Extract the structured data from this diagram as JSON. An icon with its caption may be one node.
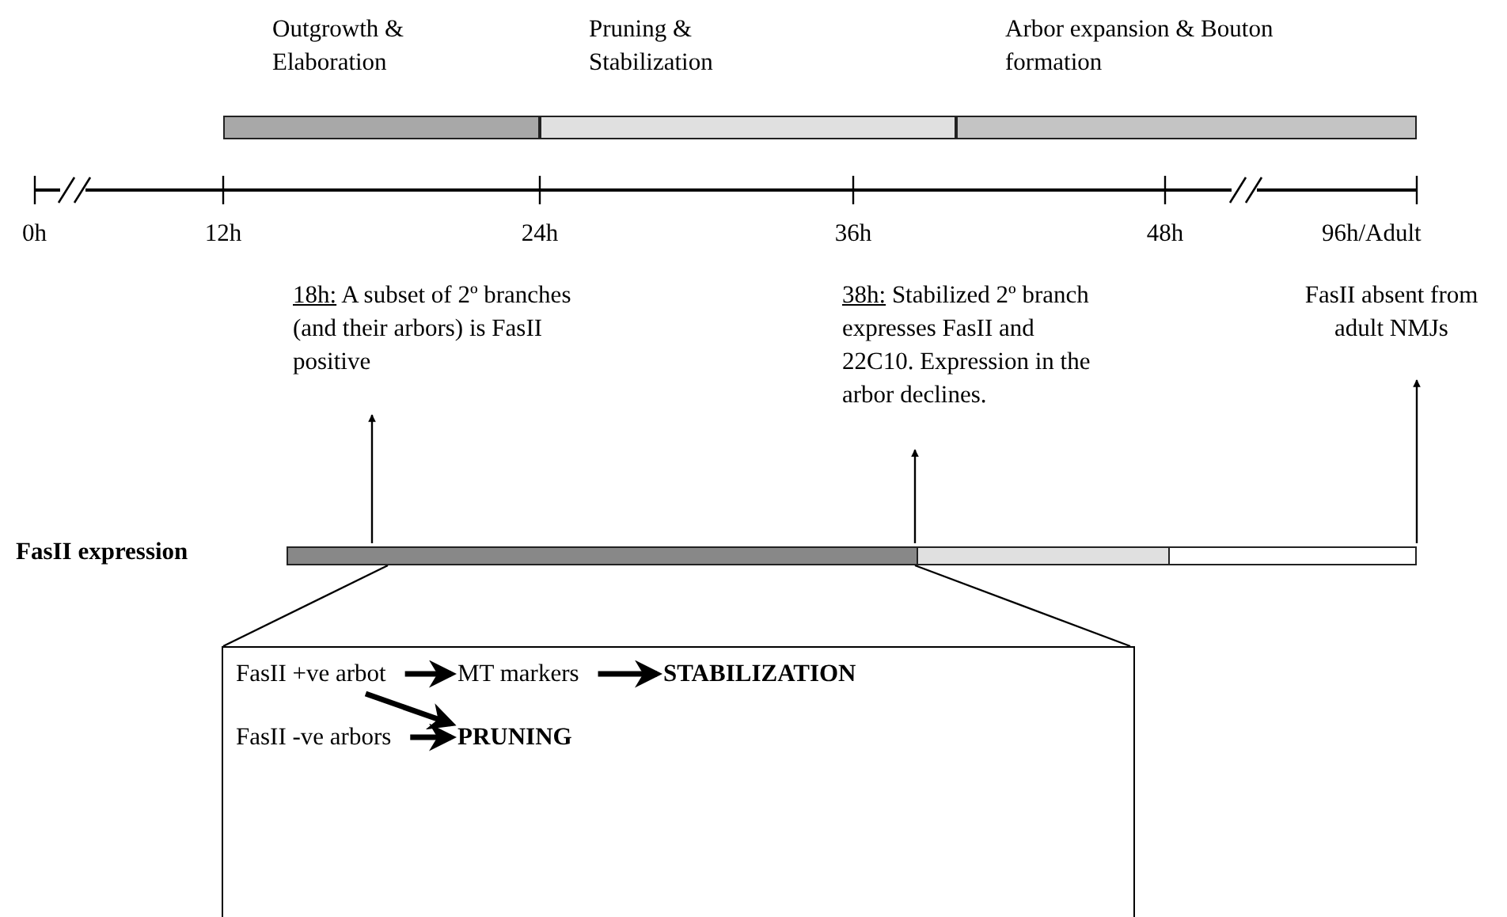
{
  "diagram": {
    "nodes": [
      {
        "text": [
          "Outgrowth & Elaboration"
        ]
      },
      {
        "text": [
          "Pruning & Stabilization"
        ]
      },
      {
        "text": [
          "Arbor expansion & Bouton formation"
        ]
      },
      {
        "text": [
          "FasII expression"
        ]
      },
      {
        "text": [
          "18h: A subset of 2º branches (and their arbors) is FasII positive"
        ]
      },
      {
        "text": [
          "38h: Stabilized 2º branch expresses FasII and 22C10. Expression in the arbor declines."
        ]
      },
      {
        "text": [
          "FasII absent from adult NMJs"
        ]
      },
      {
        "text": [],
        "shape": "box"
      },
      {
        "text": [
          "FasII +ve arbot"
        ],
        "in": 7
      },
      {
        "text": [
          "MT markers"
        ],
        "in": 7
      },
      {
        "text": [
          "STABILIZATION"
        ],
        "in": 7
      },
      {
        "text": [
          "FasII -ve arbors"
        ],
        "in": 7
      },
      {
        "text": [
          "PRUNING"
        ],
        "in": 7
      }
    ],
    "edges": [
      {
        "from": 3,
        "to": 7,
        "arrow": "none"
      },
      {
        "from": 3,
        "to": 7,
        "arrow": "none"
      },
      {
        "from": 3,
        "to": 4,
        "arrow": "to"
      },
      {
        "from": 3,
        "to": 5,
        "arrow": "to"
      },
      {
        "from": 3,
        "to": 6,
        "arrow": "to"
      },
      {
        "from": 8,
        "to": 9,
        "arrow": "to",
        "style": "thick"
      },
      {
        "from": 9,
        "to": 10,
        "arrow": "to",
        "style": "thick"
      },
      {
        "from": 8,
        "to": 12,
        "arrow": "to",
        "style": "thick"
      },
      {
        "from": 11,
        "to": 12,
        "arrow": "to",
        "style": "thick"
      }
    ],
    "labels": [
      "0h",
      "12h",
      "24h",
      "36h",
      "48h",
      "96h/Adult"
    ]
  }
}
